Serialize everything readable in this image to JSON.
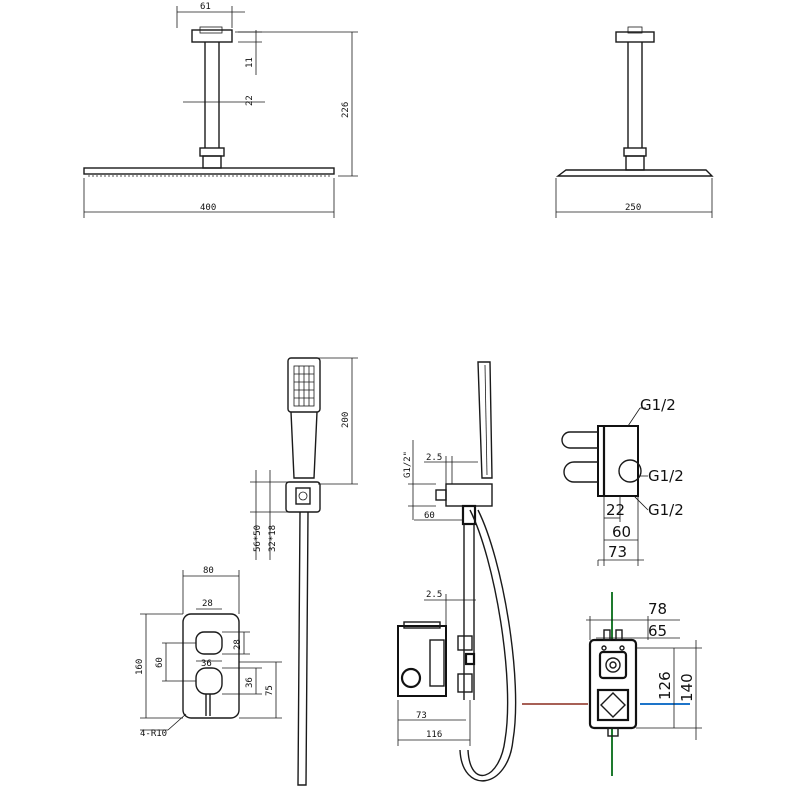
{
  "dims": {
    "d61": "61",
    "d11": "11",
    "d22a": "22",
    "d226": "226",
    "d400": "400",
    "d250": "250",
    "d200": "200",
    "d56x50": "56*50",
    "d32x18": "32*18",
    "d80": "80",
    "d28": "28",
    "d160": "160",
    "d60a": "60",
    "d36a": "36",
    "d28b": "28",
    "d36b": "36",
    "d75": "75",
    "d4r10": "4-R10",
    "d25a": "2.5",
    "dg12v": "G1/2\"",
    "d60b": "60",
    "d25b": "2.5",
    "d73a": "73",
    "d116": "116",
    "g12a": "G1/2",
    "g12b": "G1/2",
    "d22b": "22",
    "g12c": "G1/2",
    "d60c": "60",
    "d73b": "73",
    "d78": "78",
    "d65": "65",
    "d126": "126",
    "d140": "140"
  },
  "colors": {
    "green": "#1e7a2e",
    "blue": "#1d74c9",
    "red": "#8a2b1f"
  }
}
